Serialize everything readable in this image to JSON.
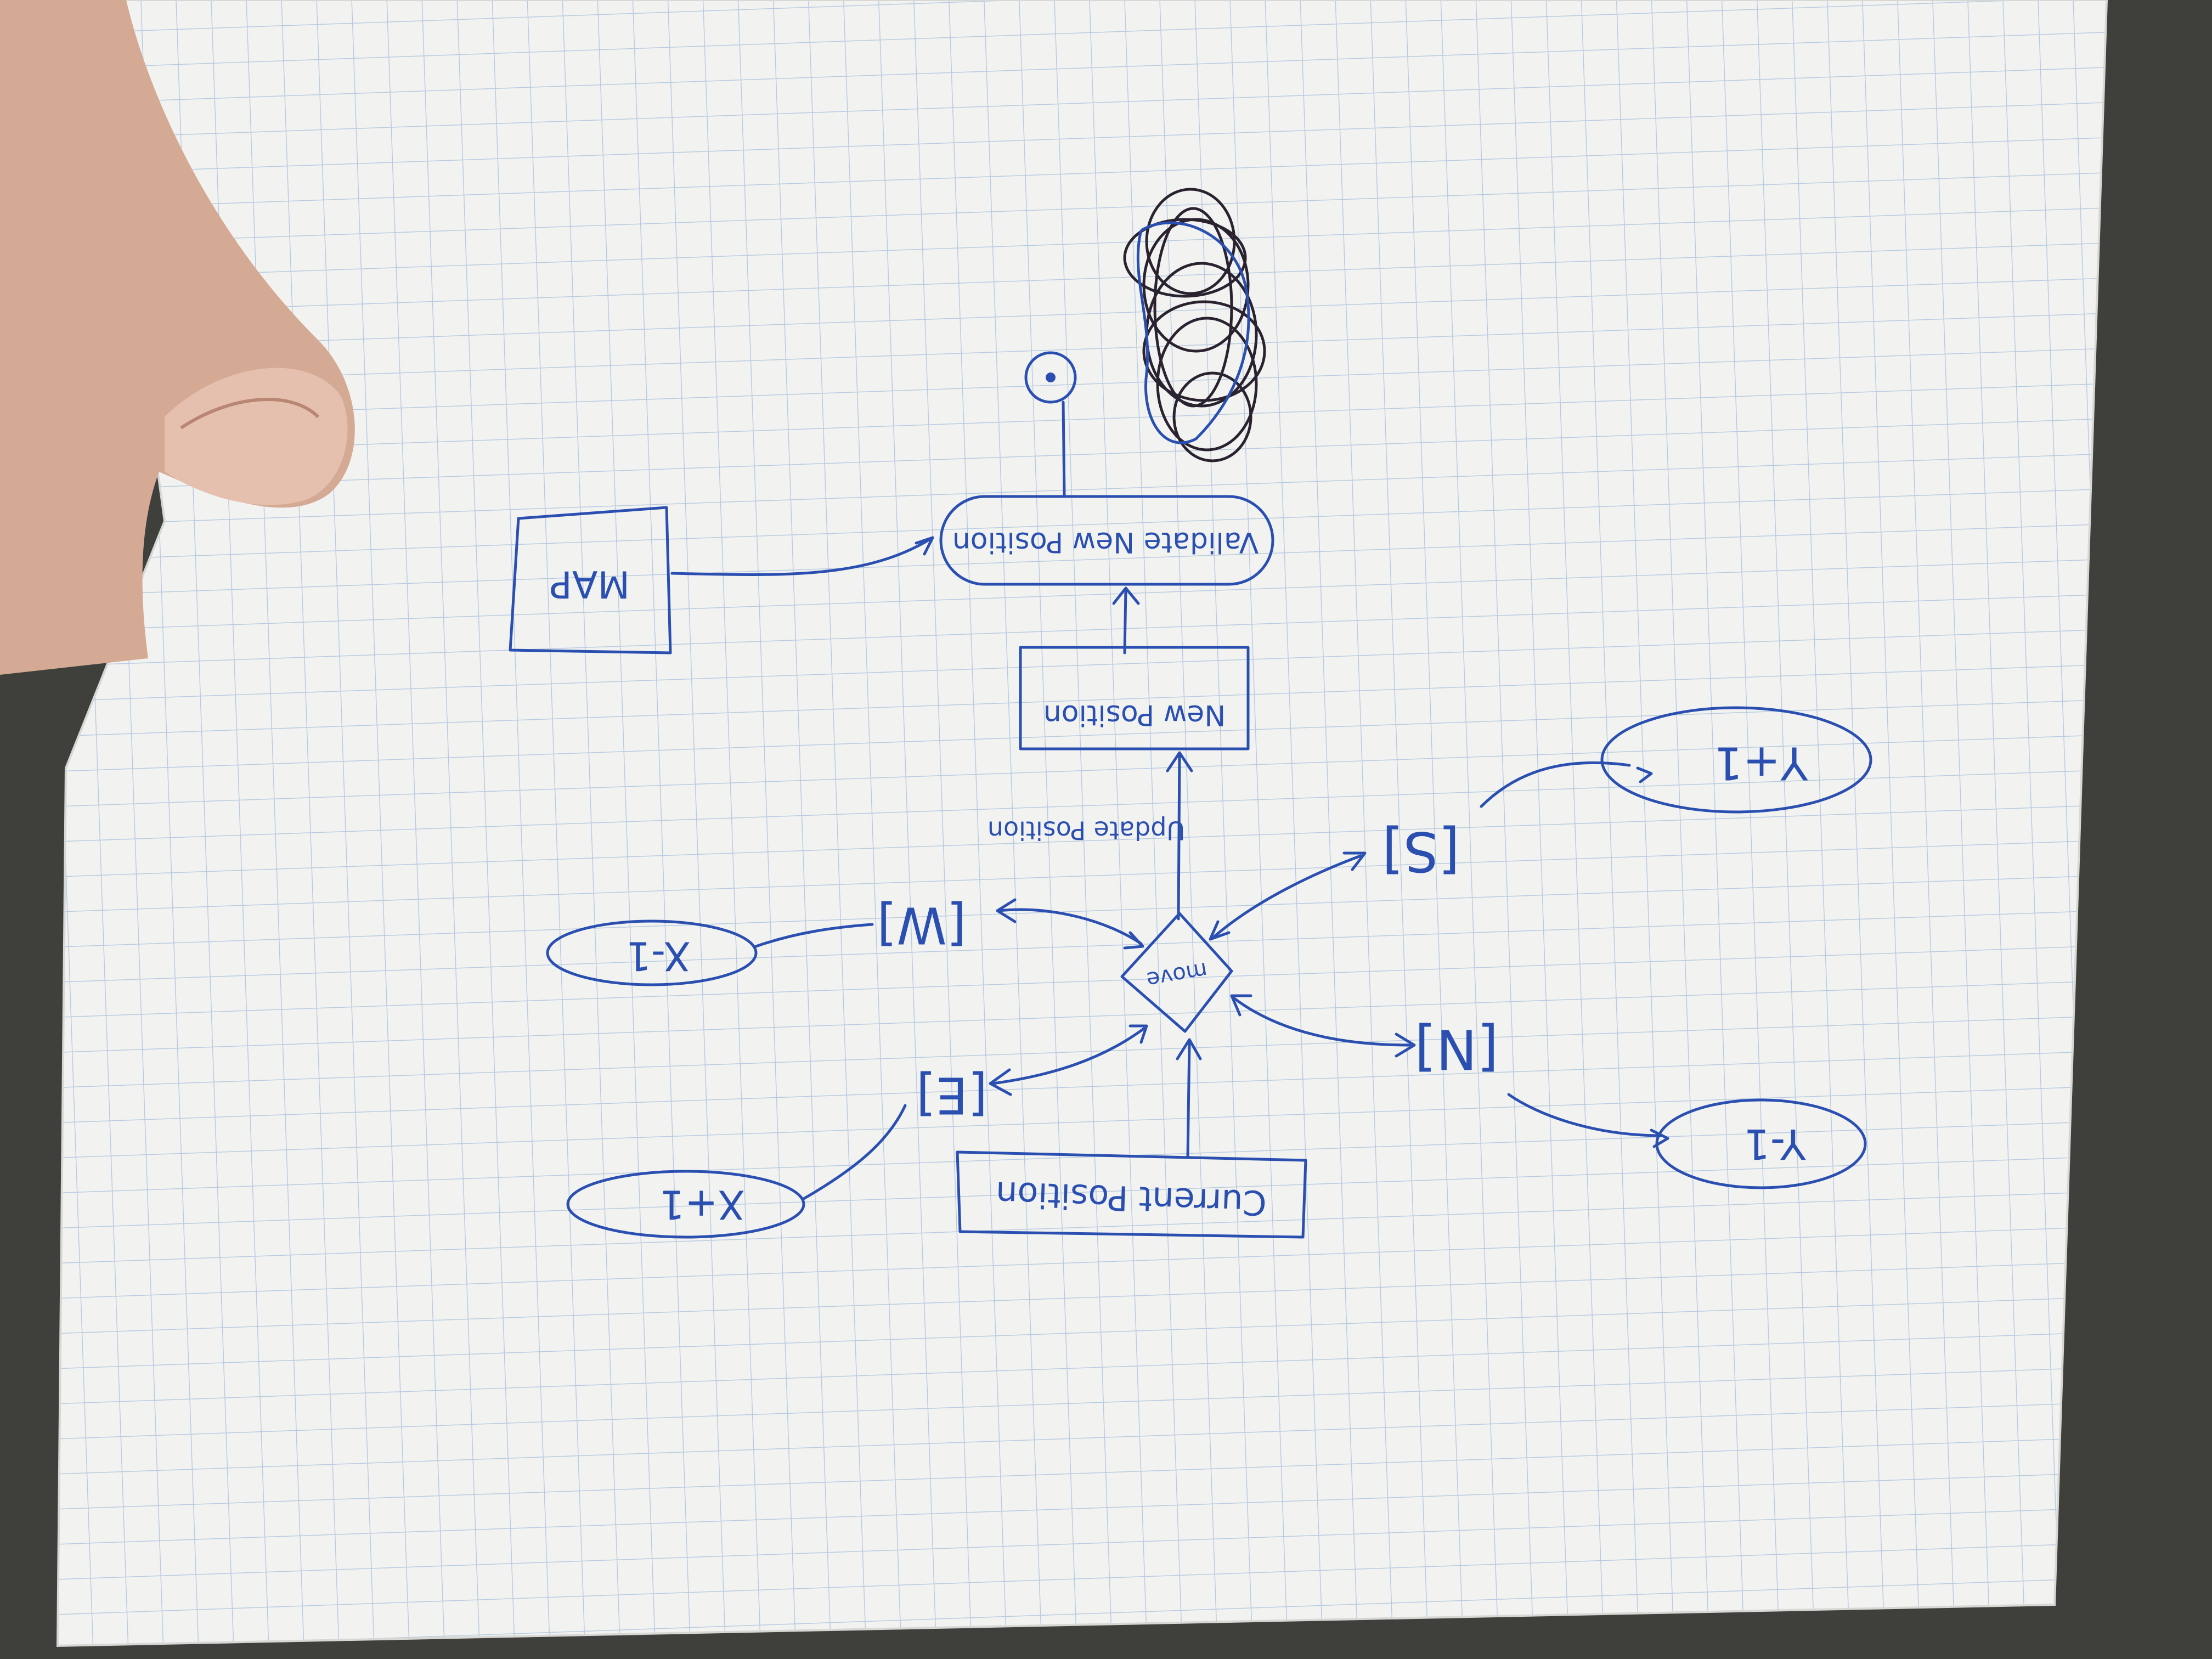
{
  "diagram": {
    "title": "",
    "nodes": {
      "validate": "Validate New Position",
      "map": "MAP",
      "new_position": "New Position",
      "update_position": "Update Position",
      "move": "move",
      "current_position": "Current Position",
      "west": "[W]",
      "x_minus_1": "X-1",
      "east": "[E]",
      "x_plus_1": "X+1",
      "south": "[S]",
      "y_plus_1": "Y+1",
      "north": "[N]",
      "y_minus_1": "Y-1"
    },
    "note": "Diagram is drawn upside down on grid paper held by a hand",
    "colors": {
      "ink": "#2a4fb0",
      "paper": "#f2f3f1",
      "grid": "#b9cbe0",
      "scribble": "#2b2230"
    }
  }
}
